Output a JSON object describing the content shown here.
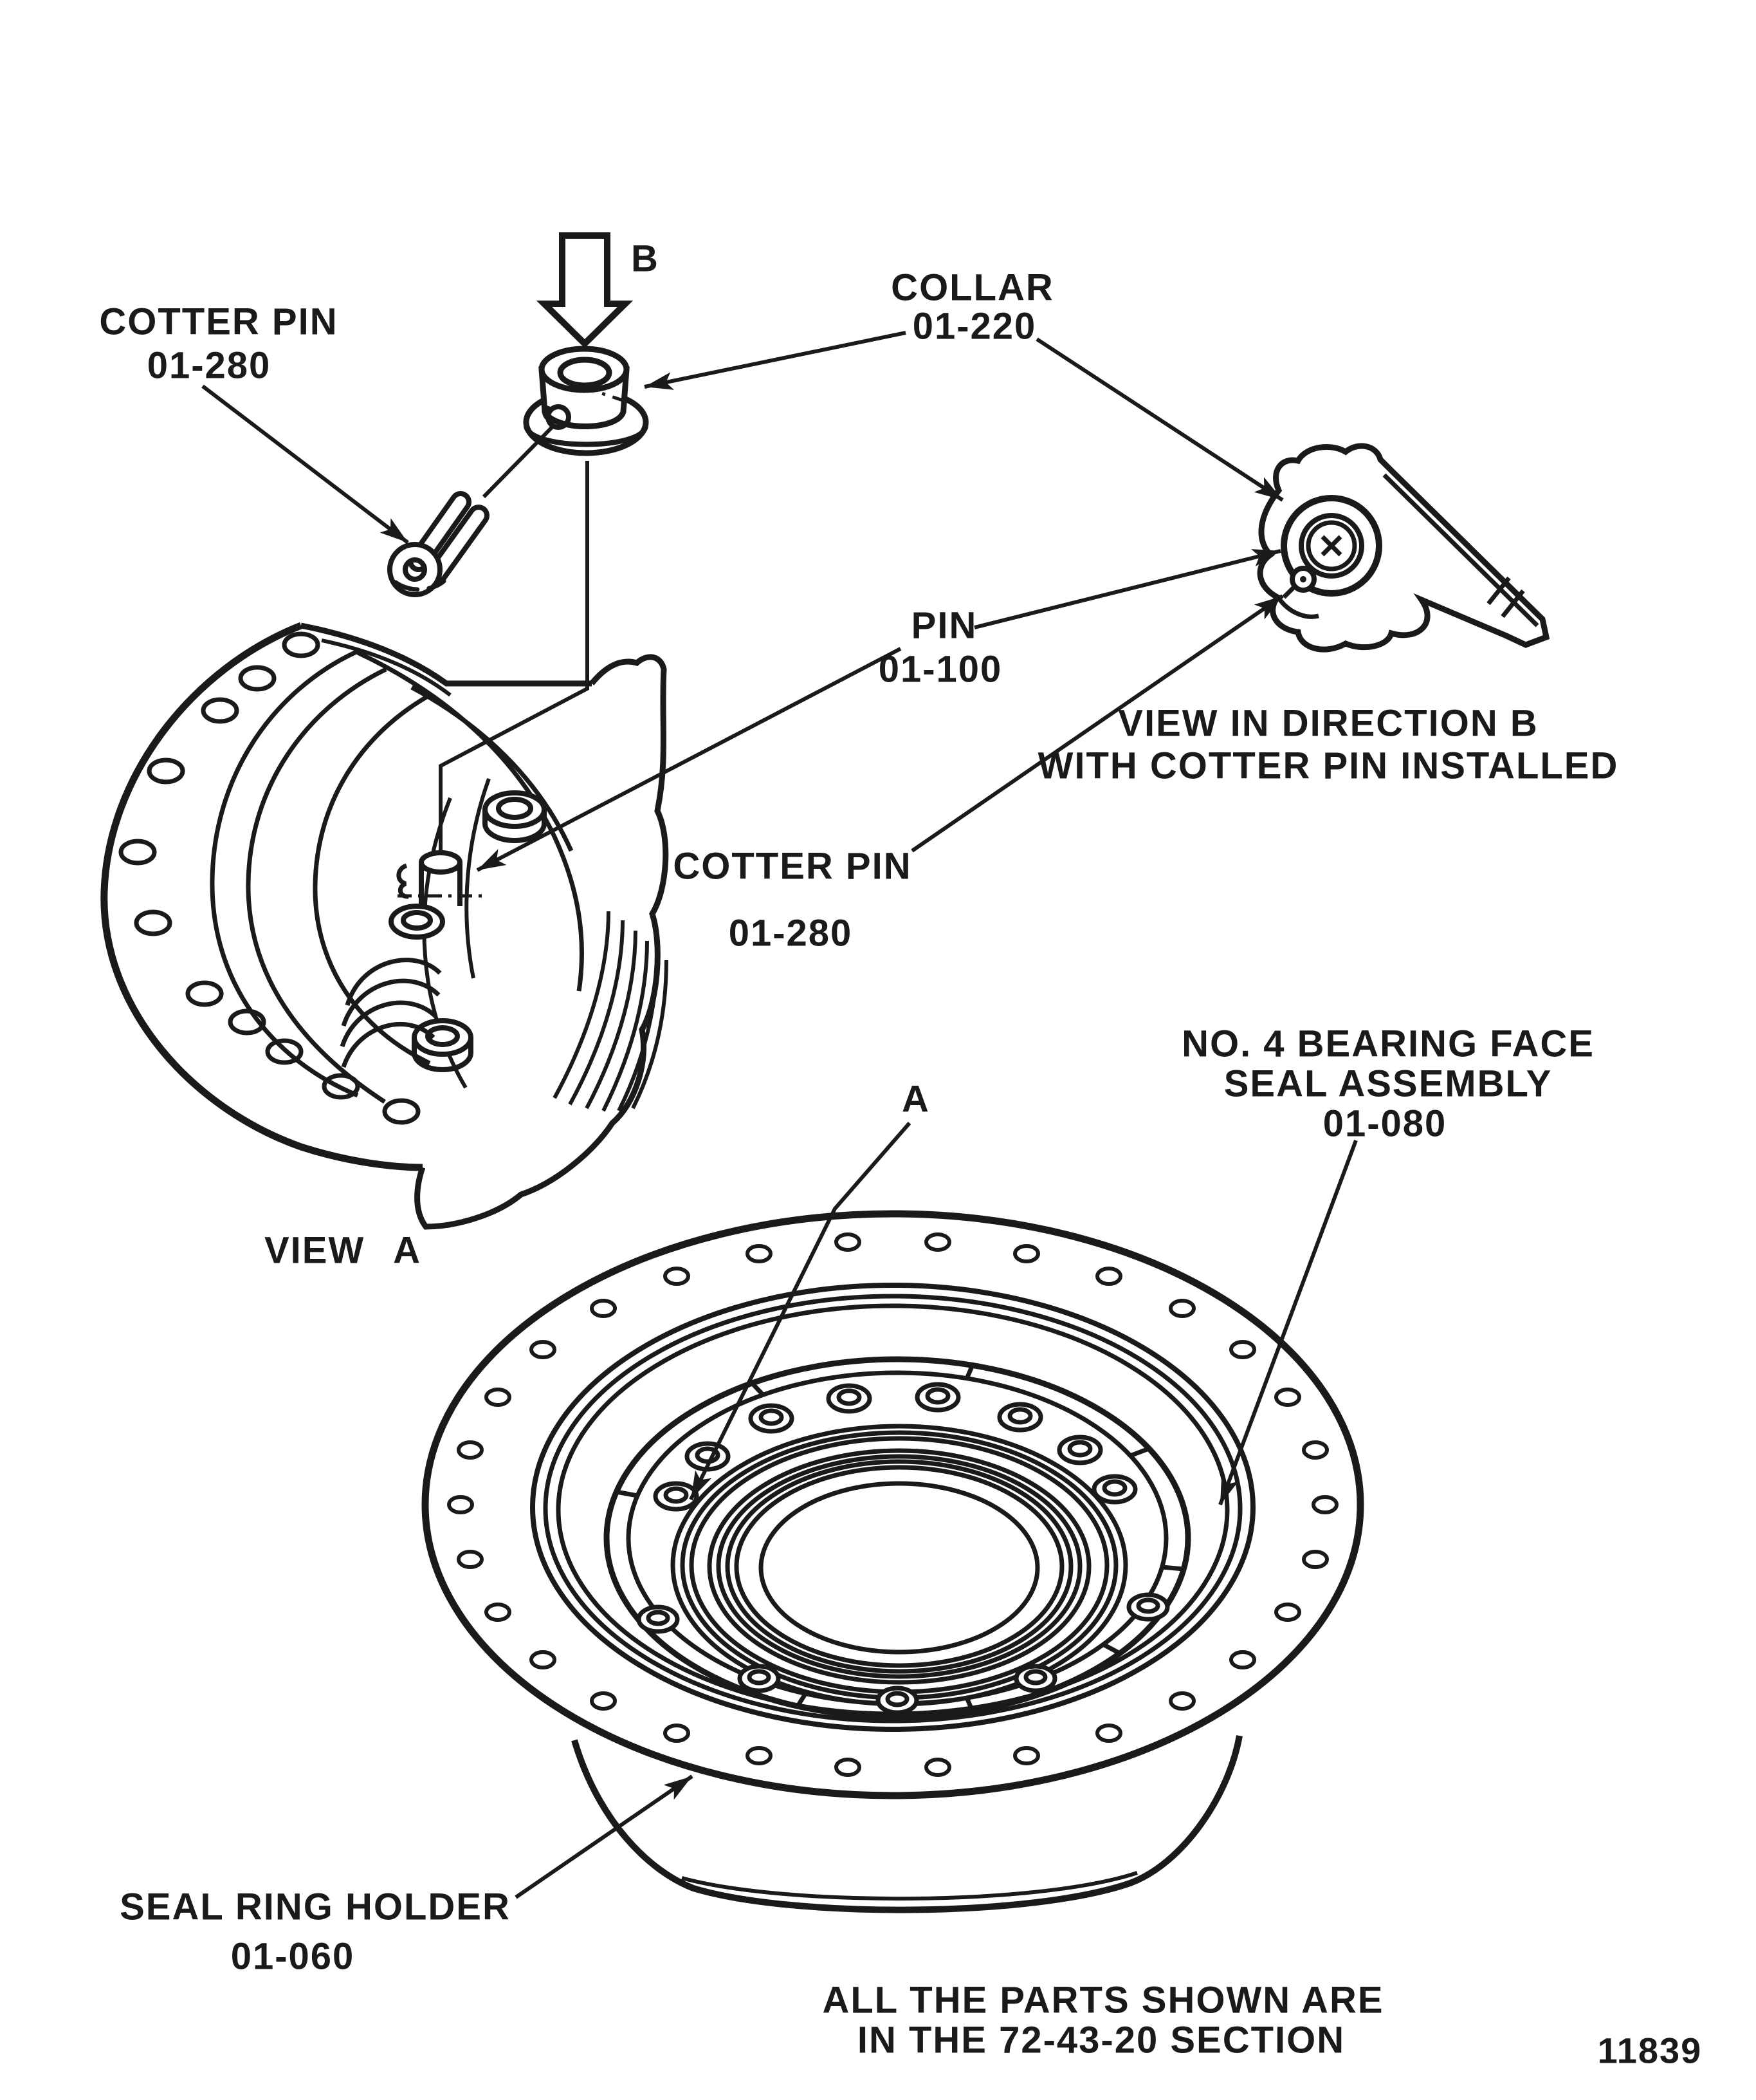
{
  "figure": {
    "number": "11839",
    "footer_line1": "ALL THE PARTS SHOWN ARE",
    "footer_line2": "IN THE 72-43-20 SECTION"
  },
  "labels": {
    "cotter_pin_top": {
      "name": "COTTER PIN",
      "ref": "01-280"
    },
    "direction_b": "B",
    "collar": {
      "name": "COLLAR",
      "ref": "01-220"
    },
    "pin": {
      "name": "PIN",
      "ref": "01-100"
    },
    "cotter_pin_mid": {
      "name": "COTTER PIN",
      "ref": "01-280"
    },
    "view_b_caption": {
      "line1": "VIEW IN DIRECTION B",
      "line2": "WITH COTTER PIN INSTALLED"
    },
    "view_a_caption": "VIEW A",
    "detail_a": "A",
    "bearing_seal": {
      "line1": "NO. 4 BEARING FACE",
      "line2": "SEAL ASSEMBLY",
      "ref": "01-080"
    },
    "seal_ring_holder": {
      "name": "SEAL RING HOLDER",
      "ref": "01-060"
    }
  },
  "colors": {
    "ink": "#1a1a1a",
    "paper": "#ffffff"
  }
}
